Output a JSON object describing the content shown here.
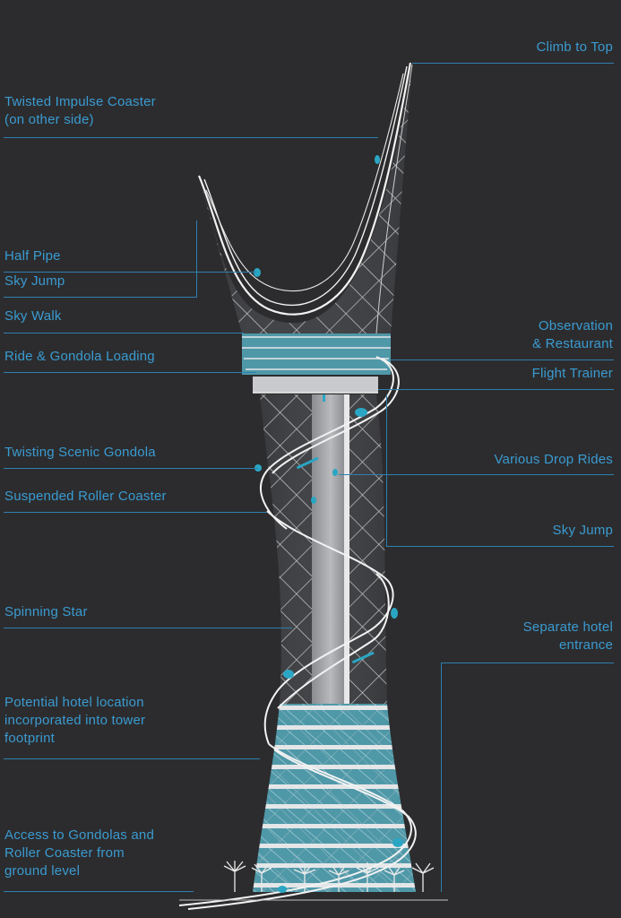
{
  "palette": {
    "background": "#2c2c2e",
    "label": "#3a9bd1",
    "leader": "#2f7fae",
    "lattice": "#d7d8da",
    "track": "#f2f2f2",
    "glass": "#4f98a8",
    "gondola": "#2aa6c4"
  },
  "labels_left": {
    "twisted_1": "Twisted Impulse Coaster",
    "twisted_2": "(on  other side)",
    "half_pipe": "Half Pipe",
    "sky_jump_top": "Sky Jump",
    "sky_walk": "Sky Walk",
    "ride_gondola": "Ride & Gondola Loading",
    "twisting_gondola": "Twisting Scenic Gondola",
    "suspended_coaster": "Suspended Roller Coaster",
    "spinning_star": "Spinning Star",
    "hotel_1": "Potential  hotel location",
    "hotel_2": "incorporated into tower",
    "hotel_3": "footprint",
    "access_1": "Access to Gondolas and",
    "access_2": "Roller Coaster from",
    "access_3": "ground level"
  },
  "labels_right": {
    "climb": "Climb to Top",
    "observation_1": "Observation",
    "observation_2": "& Restaurant",
    "flight_trainer": "Flight Trainer",
    "drop_rides": "Various Drop Rides",
    "sky_jump_mid": "Sky Jump",
    "separate_hotel_1": "Separate hotel",
    "separate_hotel_2": "entrance"
  }
}
